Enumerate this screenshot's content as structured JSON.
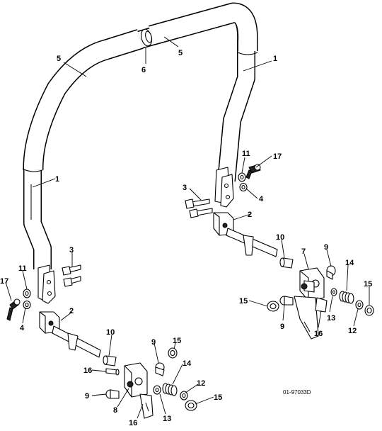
{
  "diagram": {
    "reference": "01-97033D",
    "callouts": [
      {
        "id": "c5a",
        "label": "5"
      },
      {
        "id": "c5b",
        "label": "5"
      },
      {
        "id": "c6",
        "label": "6"
      },
      {
        "id": "c1a",
        "label": "1"
      },
      {
        "id": "c1b",
        "label": "1"
      },
      {
        "id": "c11a",
        "label": "11"
      },
      {
        "id": "c17a",
        "label": "17"
      },
      {
        "id": "c3a",
        "label": "3"
      },
      {
        "id": "c4a",
        "label": "4"
      },
      {
        "id": "c2a",
        "label": "2"
      },
      {
        "id": "c10a",
        "label": "10"
      },
      {
        "id": "c7",
        "label": "7"
      },
      {
        "id": "c9a",
        "label": "9"
      },
      {
        "id": "c14a",
        "label": "14"
      },
      {
        "id": "c15a",
        "label": "15"
      },
      {
        "id": "c15b",
        "label": "15"
      },
      {
        "id": "c13a",
        "label": "13"
      },
      {
        "id": "c9b",
        "label": "9"
      },
      {
        "id": "c16a",
        "label": "16"
      },
      {
        "id": "c12a",
        "label": "12"
      },
      {
        "id": "c3b",
        "label": "3"
      },
      {
        "id": "c11b",
        "label": "11"
      },
      {
        "id": "c17b",
        "label": "17"
      },
      {
        "id": "c4b",
        "label": "4"
      },
      {
        "id": "c2b",
        "label": "2"
      },
      {
        "id": "c10b",
        "label": "10"
      },
      {
        "id": "c9c",
        "label": "9"
      },
      {
        "id": "c15c",
        "label": "15"
      },
      {
        "id": "c16b",
        "label": "16"
      },
      {
        "id": "c14b",
        "label": "14"
      },
      {
        "id": "c12b",
        "label": "12"
      },
      {
        "id": "c9d",
        "label": "9"
      },
      {
        "id": "c8",
        "label": "8"
      },
      {
        "id": "c16c",
        "label": "16"
      },
      {
        "id": "c13b",
        "label": "13"
      },
      {
        "id": "c15d",
        "label": "15"
      }
    ]
  }
}
